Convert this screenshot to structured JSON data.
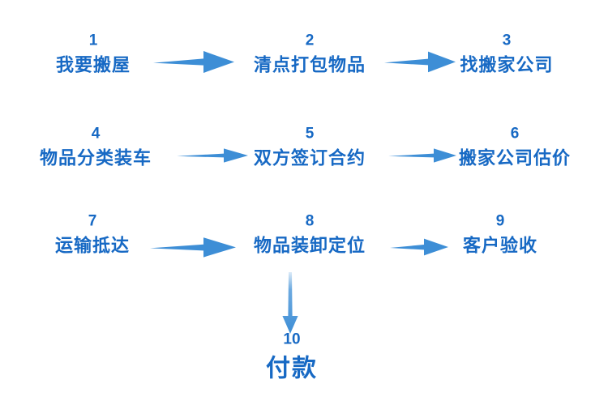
{
  "diagram": {
    "title": "",
    "colors": {
      "text_blue": "#1769c4",
      "arrow_blue": "#3d8ed6",
      "background": "#ffffff"
    },
    "steps": [
      {
        "number": "1",
        "label": "我要搬屋"
      },
      {
        "number": "2",
        "label": "清点打包物品"
      },
      {
        "number": "3",
        "label": "找搬家公司"
      },
      {
        "number": "4",
        "label": "物品分类装车"
      },
      {
        "number": "5",
        "label": "双方签订合约"
      },
      {
        "number": "6",
        "label": "搬家公司估价"
      },
      {
        "number": "7",
        "label": "运输抵达"
      },
      {
        "number": "8",
        "label": "物品装卸定位"
      },
      {
        "number": "9",
        "label": "客户验收"
      },
      {
        "number": "10",
        "label": "付款"
      }
    ],
    "connections": [
      {
        "from": "1",
        "to": "2",
        "direction": "right"
      },
      {
        "from": "2",
        "to": "3",
        "direction": "right"
      },
      {
        "from": "4",
        "to": "5",
        "direction": "right"
      },
      {
        "from": "5",
        "to": "6",
        "direction": "right"
      },
      {
        "from": "7",
        "to": "8",
        "direction": "right"
      },
      {
        "from": "8",
        "to": "9",
        "direction": "right"
      },
      {
        "from": "8",
        "to": "10",
        "direction": "down"
      }
    ]
  }
}
